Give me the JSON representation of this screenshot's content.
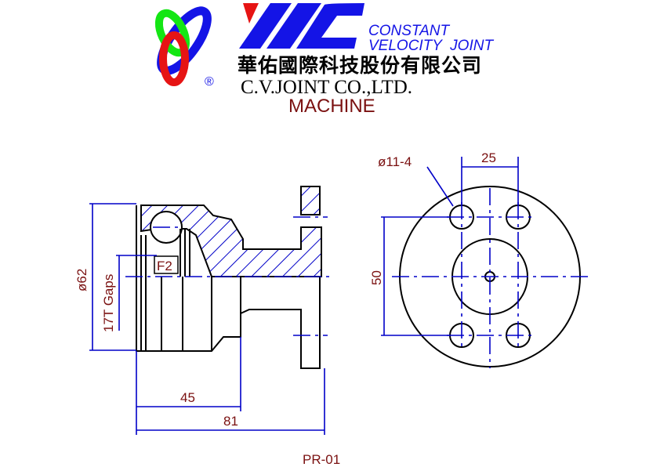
{
  "logo": {
    "brand": "YAC",
    "registered": "®",
    "tagline_line1": "CONSTANT",
    "tagline_line2": "VELOCITY  JOINT",
    "company_chinese": "華佑國際科技股份有限公司",
    "company_english": "C.V.JOINT CO.,LTD.",
    "category": "MACHINE"
  },
  "drawing": {
    "dim_diameter": "ø62",
    "dim_spline": "17T Gaps",
    "callout": "F2",
    "dim_length_inner": "45",
    "dim_length_total": "81",
    "dim_bolt_hole": "ø11-4",
    "dim_bolt_spacing_h": "25",
    "dim_bolt_spacing_v": "50",
    "part_number": "PR-01"
  },
  "colors": {
    "line_blue": "#0000c8",
    "dim_red": "#7a1010",
    "logo_blue": "#1414e6",
    "logo_red": "#e61414",
    "logo_green": "#14e614"
  }
}
